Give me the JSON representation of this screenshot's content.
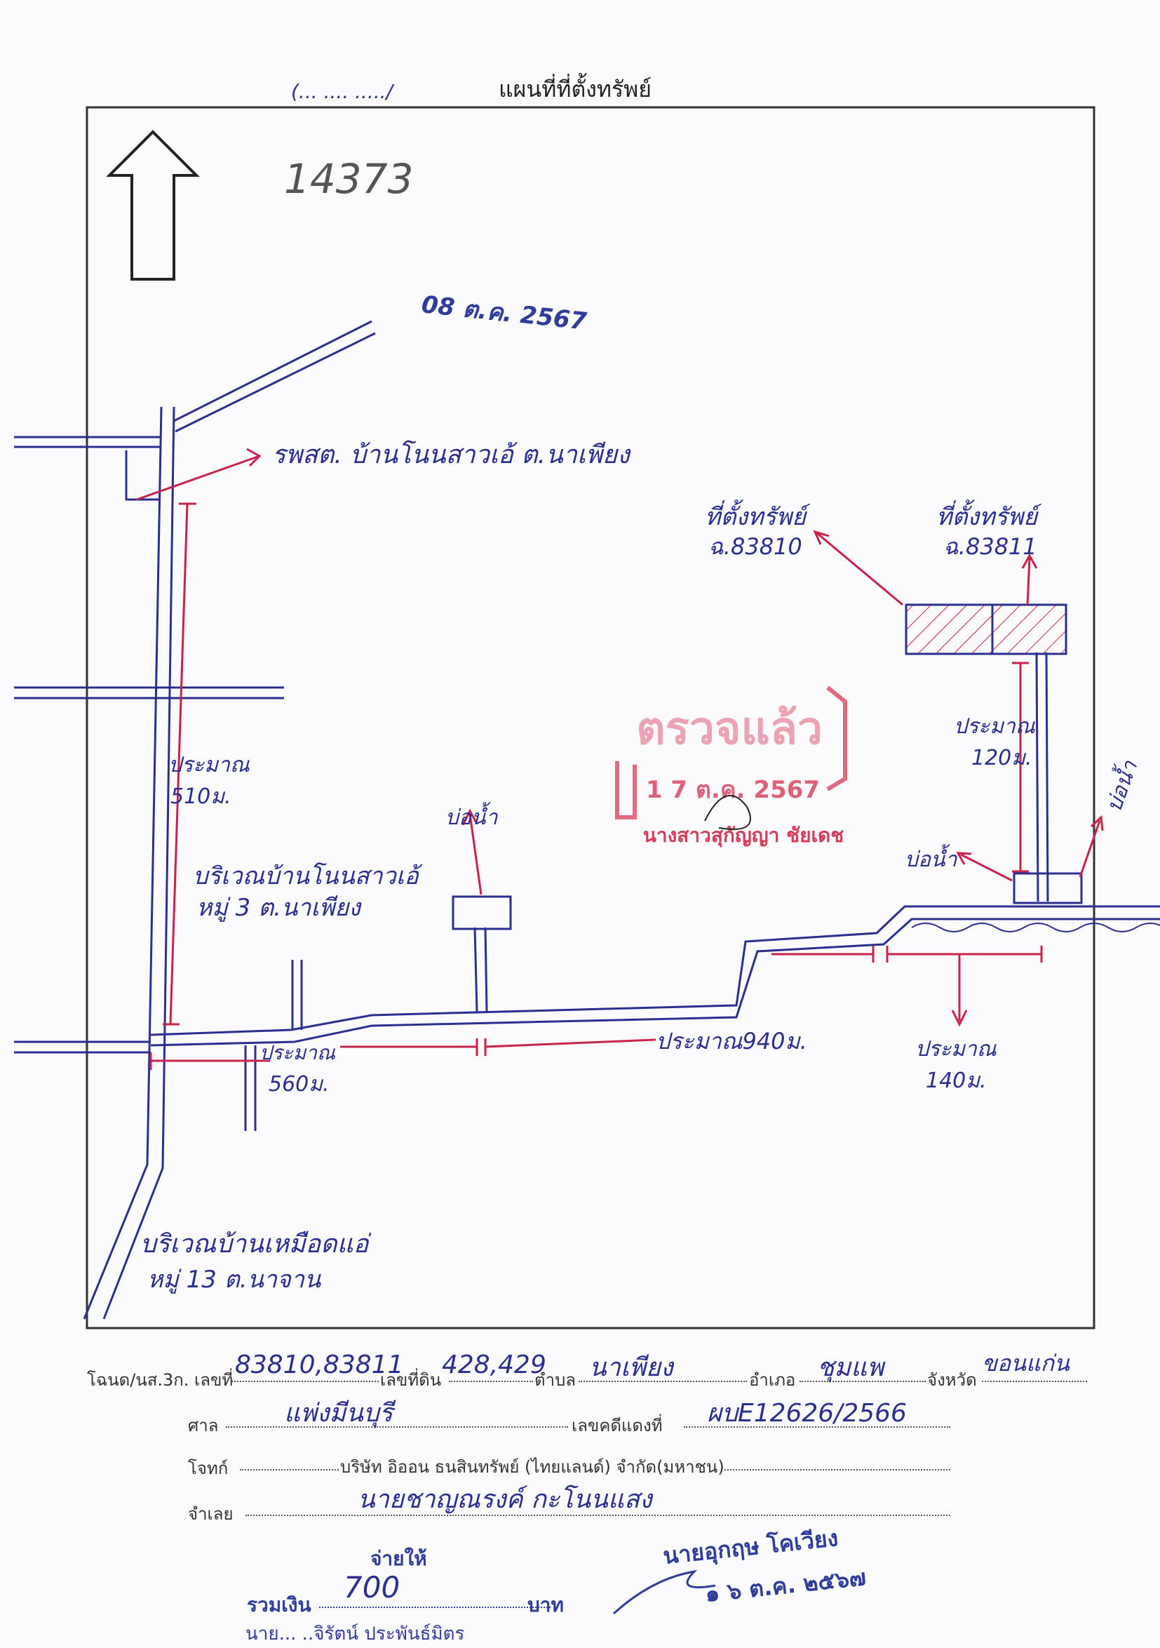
{
  "document": {
    "title": "แผนที่ที่ตั้งทรัพย์",
    "header_fragment": "(... .... ...../",
    "map_number": "14373"
  },
  "stamps": {
    "date_received": "08 ต.ค. 2567",
    "red_stamp_date": "1 7 ต.ค. 2567",
    "red_stamp_title": "ตรวจแล้ว",
    "red_stamp_name": "นางสาวสุกัญญา ชัยเดช"
  },
  "map_labels": {
    "office": "รพสต. บ้านโนนสาวเอ้ ต.นาเพียง",
    "property_1": "ที่ตั้งทรัพย์",
    "property_1_id": "ฉ.83810",
    "property_2": "ที่ตั้งทรัพย์",
    "property_2_id": "ฉ.83811",
    "dist_510": "ประมาณ\n510ม.",
    "dist_120": "ประมาณ\n120ม.",
    "dist_560": "ประมาณ\n560ม.",
    "dist_940": "ประมาณ940ม.",
    "dist_140": "ประมาณ\n140ม.",
    "area_1": "บริเวณบ้านโนนสาวเอ้\nหมู่ 3 ต.นาเพียง",
    "area_2": "บริเวณบ้านเหมือดแอ่\nหมู่ 13 ต.นาจาน",
    "pond_1": "บ่อน้ำ",
    "pond_2": "บ่อน้ำ",
    "pond_3": "บ่อน้ำ"
  },
  "form": {
    "deed_label": "โฉนด/นส.3ก. เลขที่",
    "deed_value": "83810,83811",
    "land_no_label": "เลขที่ดิน",
    "land_no_value": "428,429",
    "subdistrict_label": "ตำบล",
    "subdistrict_value": "นาเพียง",
    "district_label": "อำเภอ",
    "district_value": "ชุมแพ",
    "province_label": "จังหวัด",
    "province_value": "ขอนแก่น",
    "court_label": "ศาล",
    "court_value": "แพ่งมีนบุรี",
    "case_label": "เลขคดีแดงที่",
    "case_value": "ผบE12626/2566",
    "plaintiff_label": "โจทก์",
    "plaintiff_value": "บริษัท อิออน ธนสินทรัพย์ (ไทยแลนด์) จำกัด(มหาชน)",
    "defendant_label": "จำเลย",
    "defendant_value": "นายชาญณรงค์ กะโนนแสง"
  },
  "payment": {
    "paid_to": "จ่ายให้",
    "total_label": "รวมเงิน",
    "amount": "700",
    "currency": "บาท",
    "payee_partial": "นาย... ..จิรัตน์ ประพันธ์มิตร",
    "signer_stamp_name": "นายอุกฤษ โคเวียง",
    "signer_stamp_date": "๑ ๖ ต.ค. ๒๕๖๗"
  },
  "colors": {
    "ink_blue": "#2a2f8f",
    "ink_red": "#c8224a",
    "stamp_red": "#d83a5a",
    "stamp_blue": "#2f3c9c"
  }
}
